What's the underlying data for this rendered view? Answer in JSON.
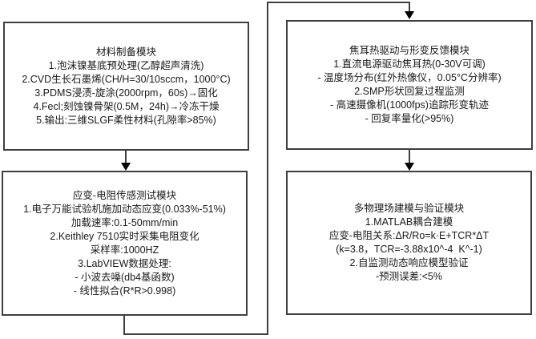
{
  "colors": {
    "border": "#3f3f3f",
    "text": "#1a1a1a",
    "background": "#ffffff",
    "arrowhead": "#000000"
  },
  "modules": [
    {
      "id": "material-preparation",
      "title": "材料制备模块",
      "lines": [
        "1.泡沫镍基底预处理(乙醇超声清洗)",
        "2.CVD生长石墨烯(CH/H=30/10sccm，1000°C)",
        "3.PDMS浸渍-旋涂(2000rpm，60s)→固化",
        "4.Fecl;刻蚀镍骨架(0.5M，24h)→冷冻干燥",
        "5.输出:三维SLGF柔性材料(孔隙率>85%)"
      ]
    },
    {
      "id": "joule-heating-feedback",
      "title": "焦耳热驱动与形变反馈模块",
      "lines": [
        "1.直流电源驱动焦耳热(0-30V可调)",
        "- 温度场分布(红外热像仪，0.05°C分辨率)",
        "2.SMP形状回复过程监测",
        "- 高速摄像机(1000fps)追踪形变轨迹",
        "- 回复率量化(>95%)"
      ]
    },
    {
      "id": "strain-resistance-sensing",
      "title": "应变-电阻传感测试模块",
      "lines": [
        "1.电子万能试验机施加动态应变(0.033%-51%)",
        "加载速率:0.1-50mm/min",
        "2.Keithley 7510实时采集电阻变化",
        "采样率:1000HZ",
        "3.LabVIEW数据处理:",
        "- 小波去噪(db4基函数)",
        "- 线性拟合(R*R>0.998)"
      ]
    },
    {
      "id": "multiphysics-modeling",
      "title": "多物理场建模与验证模块",
      "lines": [
        "1.MATLAB耦合建模",
        "应变-电阻关系:ΔR/Ro=k·E+TCR*ΔT",
        "(k=3.8，TCR=-3.88x10^-4  K^-1)",
        "2.自监测动态响应模型验证",
        "-预测误差:<5%"
      ]
    }
  ],
  "connectors": [
    {
      "from": "material-preparation",
      "to": "strain-resistance-sensing",
      "type": "arrow-down"
    },
    {
      "from": "joule-heating-feedback",
      "to": "multiphysics-modeling",
      "type": "arrow-down"
    },
    {
      "from": "strain-resistance-sensing",
      "to": "joule-heating-feedback",
      "type": "feedback-loop-arrow"
    }
  ]
}
